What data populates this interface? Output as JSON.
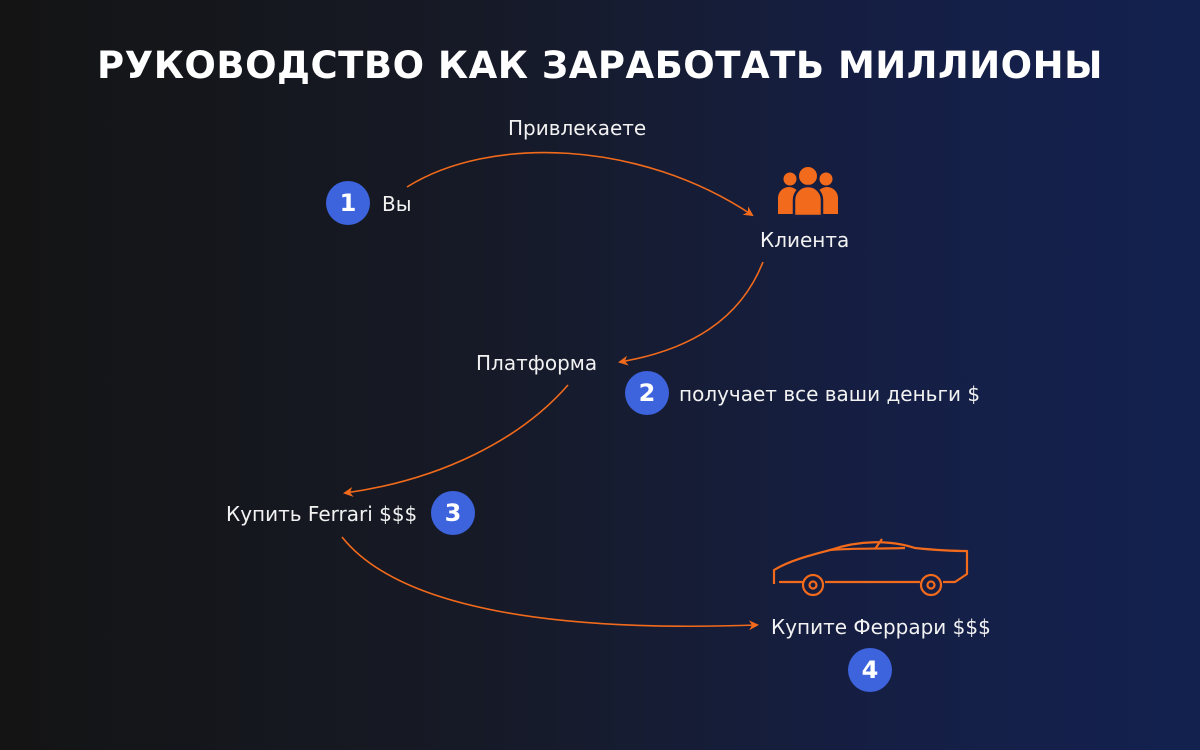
{
  "title": "РУКОВОДСТВО КАК ЗАРАБОТАТЬ МИЛЛИОНЫ",
  "edges": {
    "attract": "Привлекаете"
  },
  "nodes": {
    "you": "Вы",
    "clients": "Клиента",
    "platform": "Платформа",
    "platform_note": "получает все ваши деньги $",
    "buy_ferrari_en": "Купить Ferrari $$$",
    "buy_ferrari_ru": "Купите Феррари $$$"
  },
  "steps": [
    "1",
    "2",
    "3",
    "4"
  ],
  "colors": {
    "accent": "#f26a1b",
    "badge": "#3d63dd"
  },
  "icons": {
    "clients": "people-group-icon",
    "car": "car-icon"
  }
}
